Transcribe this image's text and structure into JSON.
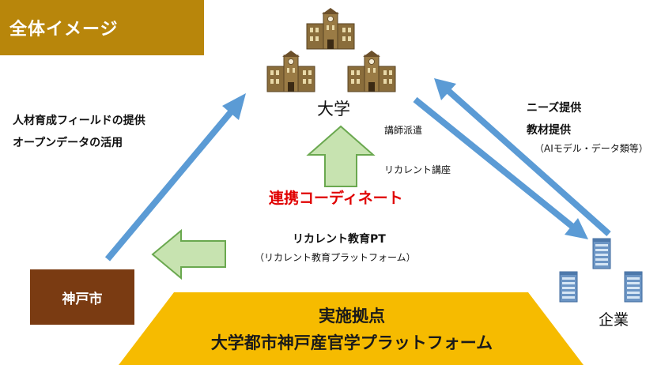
{
  "title": "全体イメージ",
  "nodes": {
    "university": "大学",
    "company": "企業",
    "kobe": "神戸市",
    "platform_line1": "実施拠点",
    "platform_line2": "大学都市神戸産官学プラットフォーム"
  },
  "labels": {
    "left_line1": "人材育成フィールドの提供",
    "left_line2": "オープンデータの活用",
    "right_line1": "ニーズ提供",
    "right_line2": "教材提供",
    "right_line3": "（AIモデル・データ類等）",
    "lecturer": "講師派遣",
    "recurrent_course": "リカレント講座",
    "coordinate": "連携コーディネート",
    "pt_title": "リカレント教育PT",
    "pt_sub": "（リカレント教育プラットフォーム）"
  },
  "colors": {
    "title_bg": "#b8860b",
    "kobe_bg": "#7a3b12",
    "platform_bg": "#f6bb00",
    "blue_arrow": "#5b9bd5",
    "green_arrow": "#c7e3b0",
    "green_arrow_stroke": "#6aa84f",
    "coordinate_text": "#e00000"
  },
  "icons": [
    "university-building-icon",
    "office-building-icon"
  ]
}
